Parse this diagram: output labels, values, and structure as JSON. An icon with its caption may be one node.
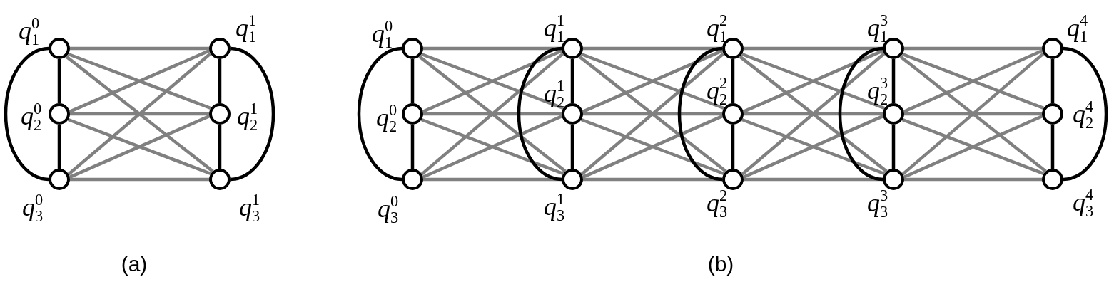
{
  "diagram": {
    "nodes": [
      {
        "text": [],
        "shape": "circle",
        "beside": [
          "*q*$_{1}$$^{0}$"
        ]
      },
      {
        "text": [],
        "shape": "circle",
        "beside": [
          "*q*$_{2}$$^{0}$"
        ]
      },
      {
        "text": [],
        "shape": "circle",
        "beside": [
          "*q*$_{3}$$^{0}$"
        ]
      },
      {
        "text": [],
        "shape": "circle",
        "beside": [
          "*q*$_{1}$$^{1}$"
        ]
      },
      {
        "text": [],
        "shape": "circle",
        "beside": [
          "*q*$_{2}$$^{1}$"
        ]
      },
      {
        "text": [],
        "shape": "circle",
        "beside": [
          "*q*$_{3}$$^{1}$"
        ]
      },
      {
        "text": [],
        "shape": "circle",
        "beside": [
          "*q*$_{1}$$^{0}$"
        ]
      },
      {
        "text": [],
        "shape": "circle",
        "beside": [
          "*q*$_{2}$$^{0}$"
        ]
      },
      {
        "text": [],
        "shape": "circle",
        "beside": [
          "*q*$_{3}$$^{0}$"
        ]
      },
      {
        "text": [],
        "shape": "circle",
        "beside": [
          "*q*$_{1}$$^{1}$"
        ]
      },
      {
        "text": [],
        "shape": "circle",
        "beside": [
          "*q*$_{2}$$^{1}$"
        ]
      },
      {
        "text": [],
        "shape": "circle",
        "beside": [
          "*q*$_{3}$$^{1}$"
        ]
      },
      {
        "text": [],
        "shape": "circle",
        "beside": [
          "*q*$_{1}$$^{2}$"
        ]
      },
      {
        "text": [],
        "shape": "circle",
        "beside": [
          "*q*$_{2}$$^{2}$"
        ]
      },
      {
        "text": [],
        "shape": "circle",
        "beside": [
          "*q*$_{3}$$^{2}$"
        ]
      },
      {
        "text": [],
        "shape": "circle",
        "beside": [
          "*q*$_{1}$$^{3}$"
        ]
      },
      {
        "text": [],
        "shape": "circle",
        "beside": [
          "*q*$_{2}$$^{3}$"
        ]
      },
      {
        "text": [],
        "shape": "circle",
        "beside": [
          "*q*$_{3}$$^{3}$"
        ]
      },
      {
        "text": [],
        "shape": "circle",
        "beside": [
          "*q*$_{1}$$^{4}$"
        ]
      },
      {
        "text": [],
        "shape": "circle",
        "beside": [
          "*q*$_{2}$$^{4}$"
        ]
      },
      {
        "text": [],
        "shape": "circle",
        "beside": [
          "*q*$_{3}$$^{4}$"
        ]
      }
    ],
    "edges": [
      {
        "from": 0,
        "to": 1,
        "arrow": "none",
        "color": "#000000"
      },
      {
        "from": 1,
        "to": 2,
        "arrow": "none",
        "color": "#000000"
      },
      {
        "from": 0,
        "to": 2,
        "arrow": "none",
        "color": "#000000"
      },
      {
        "from": 3,
        "to": 4,
        "arrow": "none",
        "color": "#000000"
      },
      {
        "from": 4,
        "to": 5,
        "arrow": "none",
        "color": "#000000"
      },
      {
        "from": 3,
        "to": 5,
        "arrow": "none",
        "color": "#000000"
      },
      {
        "from": 0,
        "to": 3,
        "arrow": "none"
      },
      {
        "from": 0,
        "to": 4,
        "arrow": "none"
      },
      {
        "from": 0,
        "to": 5,
        "arrow": "none"
      },
      {
        "from": 1,
        "to": 3,
        "arrow": "none"
      },
      {
        "from": 1,
        "to": 4,
        "arrow": "none"
      },
      {
        "from": 1,
        "to": 5,
        "arrow": "none"
      },
      {
        "from": 2,
        "to": 3,
        "arrow": "none"
      },
      {
        "from": 2,
        "to": 4,
        "arrow": "none"
      },
      {
        "from": 2,
        "to": 5,
        "arrow": "none"
      },
      {
        "from": 6,
        "to": 7,
        "arrow": "none",
        "color": "#000000"
      },
      {
        "from": 7,
        "to": 8,
        "arrow": "none",
        "color": "#000000"
      },
      {
        "from": 6,
        "to": 8,
        "arrow": "none",
        "color": "#000000"
      },
      {
        "from": 6,
        "to": 9,
        "arrow": "none"
      },
      {
        "from": 6,
        "to": 10,
        "arrow": "none"
      },
      {
        "from": 6,
        "to": 11,
        "arrow": "none"
      },
      {
        "from": 7,
        "to": 9,
        "arrow": "none"
      },
      {
        "from": 7,
        "to": 10,
        "arrow": "none"
      },
      {
        "from": 7,
        "to": 11,
        "arrow": "none"
      },
      {
        "from": 8,
        "to": 9,
        "arrow": "none"
      },
      {
        "from": 8,
        "to": 10,
        "arrow": "none"
      },
      {
        "from": 8,
        "to": 11,
        "arrow": "none"
      },
      {
        "from": 9,
        "to": 10,
        "arrow": "none",
        "color": "#000000"
      },
      {
        "from": 10,
        "to": 11,
        "arrow": "none",
        "color": "#000000"
      },
      {
        "from": 9,
        "to": 11,
        "arrow": "none",
        "color": "#000000"
      },
      {
        "from": 9,
        "to": 12,
        "arrow": "none"
      },
      {
        "from": 9,
        "to": 13,
        "arrow": "none"
      },
      {
        "from": 9,
        "to": 14,
        "arrow": "none"
      },
      {
        "from": 10,
        "to": 12,
        "arrow": "none"
      },
      {
        "from": 10,
        "to": 13,
        "arrow": "none"
      },
      {
        "from": 10,
        "to": 14,
        "arrow": "none"
      },
      {
        "from": 11,
        "to": 12,
        "arrow": "none"
      },
      {
        "from": 11,
        "to": 13,
        "arrow": "none"
      },
      {
        "from": 11,
        "to": 14,
        "arrow": "none"
      },
      {
        "from": 12,
        "to": 13,
        "arrow": "none",
        "color": "#000000"
      },
      {
        "from": 13,
        "to": 14,
        "arrow": "none",
        "color": "#000000"
      },
      {
        "from": 12,
        "to": 14,
        "arrow": "none",
        "color": "#000000"
      },
      {
        "from": 12,
        "to": 15,
        "arrow": "none"
      },
      {
        "from": 12,
        "to": 16,
        "arrow": "none"
      },
      {
        "from": 12,
        "to": 17,
        "arrow": "none"
      },
      {
        "from": 13,
        "to": 15,
        "arrow": "none"
      },
      {
        "from": 13,
        "to": 16,
        "arrow": "none"
      },
      {
        "from": 13,
        "to": 17,
        "arrow": "none"
      },
      {
        "from": 14,
        "to": 15,
        "arrow": "none"
      },
      {
        "from": 14,
        "to": 16,
        "arrow": "none"
      },
      {
        "from": 14,
        "to": 17,
        "arrow": "none"
      },
      {
        "from": 15,
        "to": 16,
        "arrow": "none",
        "color": "#000000"
      },
      {
        "from": 16,
        "to": 17,
        "arrow": "none",
        "color": "#000000"
      },
      {
        "from": 15,
        "to": 17,
        "arrow": "none",
        "color": "#000000"
      },
      {
        "from": 15,
        "to": 18,
        "arrow": "none"
      },
      {
        "from": 15,
        "to": 19,
        "arrow": "none"
      },
      {
        "from": 15,
        "to": 20,
        "arrow": "none"
      },
      {
        "from": 16,
        "to": 18,
        "arrow": "none"
      },
      {
        "from": 16,
        "to": 19,
        "arrow": "none"
      },
      {
        "from": 16,
        "to": 20,
        "arrow": "none"
      },
      {
        "from": 17,
        "to": 18,
        "arrow": "none"
      },
      {
        "from": 17,
        "to": 19,
        "arrow": "none"
      },
      {
        "from": 17,
        "to": 20,
        "arrow": "none"
      },
      {
        "from": 18,
        "to": 19,
        "arrow": "none",
        "color": "#000000"
      },
      {
        "from": 19,
        "to": 20,
        "arrow": "none",
        "color": "#000000"
      },
      {
        "from": 18,
        "to": 20,
        "arrow": "none",
        "color": "#000000"
      }
    ],
    "labels": [
      "(a)",
      "(b)"
    ]
  }
}
